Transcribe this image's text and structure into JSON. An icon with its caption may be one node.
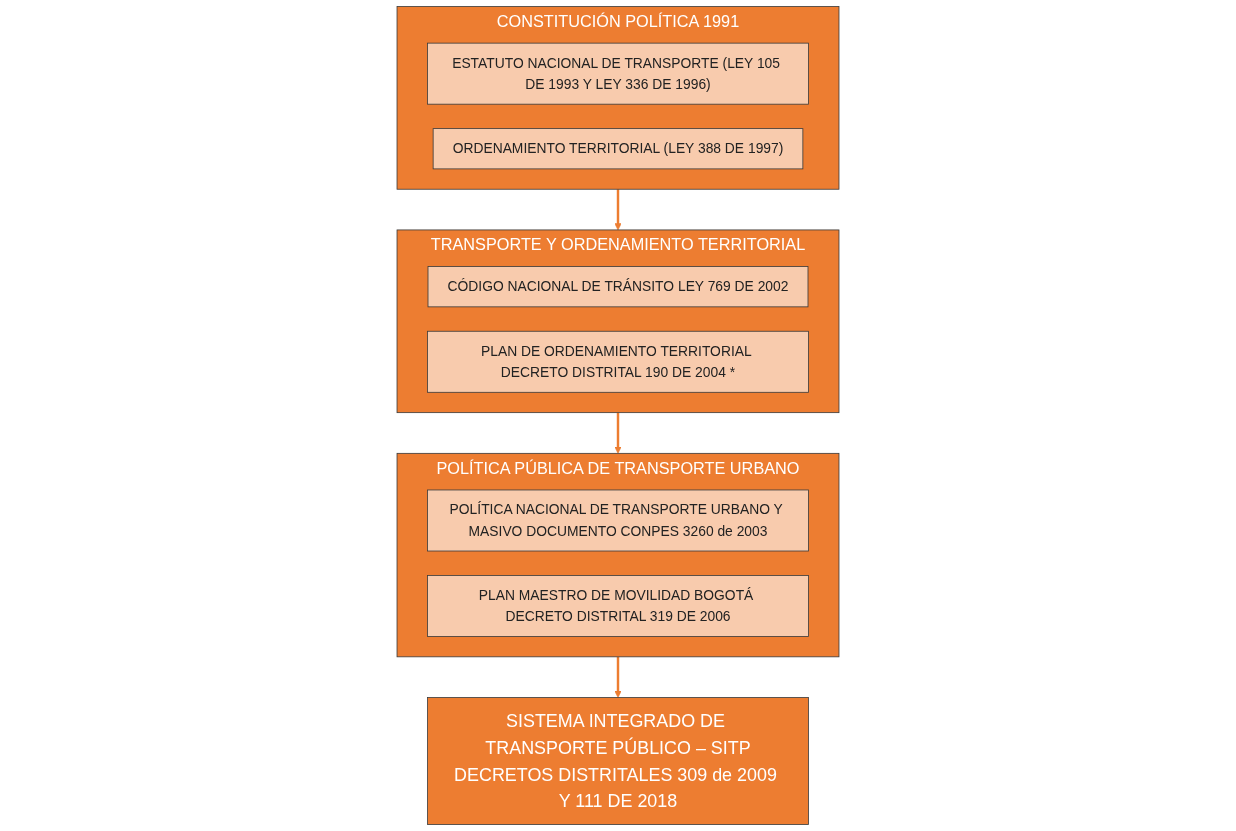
{
  "diagram": {
    "nodes": [
      {
        "text": [
          "CONSTITUCIÓN POLÍTICA 1991"
        ]
      },
      {
        "text": [
          "ESTATUTO NACIONAL DE TRANSPORTE (LEY 105 DE 1993 Y LEY 336 DE 1996)"
        ],
        "in": 0
      },
      {
        "text": [
          "ORDENAMIENTO TERRITORIAL (LEY 388 DE 1997)"
        ],
        "in": 0
      },
      {
        "text": [
          "TRANSPORTE Y ORDENAMIENTO TERRITORIAL"
        ]
      },
      {
        "text": [
          "CÓDIGO NACIONAL DE TRÁNSITO LEY 769 DE 2002"
        ],
        "in": 3
      },
      {
        "text": [
          "PLAN DE ORDENAMIENTO TERRITORIAL DECRETO DISTRITAL 190 DE 2004 *"
        ],
        "in": 3
      },
      {
        "text": [
          "POLÍTICA PÚBLICA DE TRANSPORTE URBANO"
        ]
      },
      {
        "text": [
          "POLÍTICA NACIONAL DE TRANSPORTE URBANO Y MASIVO DOCUMENTO CONPES 3260 de 2003"
        ],
        "in": 6
      },
      {
        "text": [
          "PLAN MAESTRO DE MOVILIDAD BOGOTÁ DECRETO DISTRITAL 319 DE 2006"
        ],
        "in": 6
      },
      {
        "text": [
          "SISTEMA INTEGRADO DE TRANSPORTE PÚBLICO – SITP",
          "DECRETOS DISTRITALES 309 de 2009 Y 111 DE 2018"
        ]
      }
    ],
    "edges": [
      {
        "from": 0,
        "to": 3,
        "arrow": "to"
      },
      {
        "from": 3,
        "to": 6,
        "arrow": "to"
      },
      {
        "from": 6,
        "to": 9,
        "arrow": "to"
      }
    ]
  }
}
